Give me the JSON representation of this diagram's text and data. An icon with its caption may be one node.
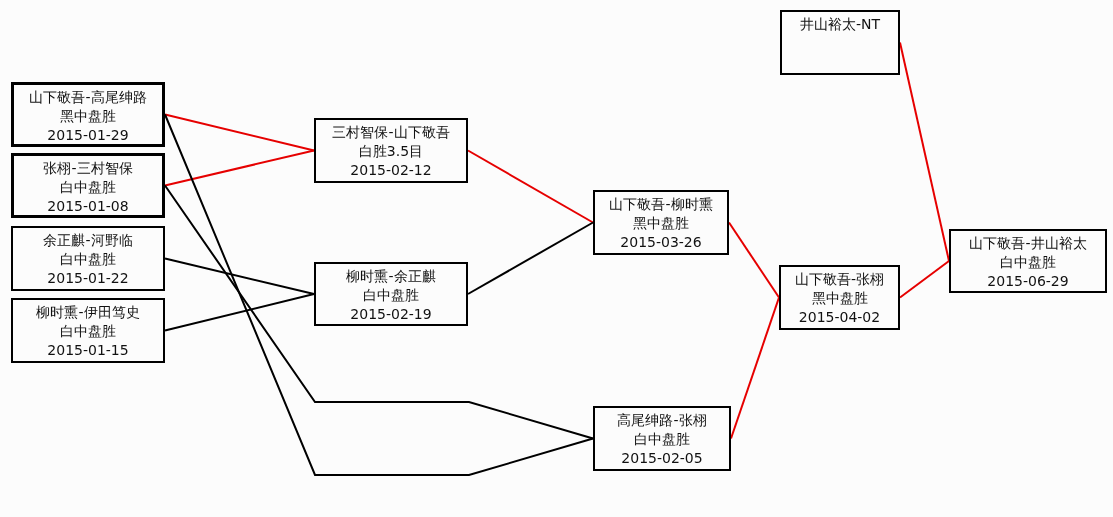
{
  "diagram": {
    "nodes": [
      {
        "text": [
          "山下敬吾-高尾绅路",
          "黑中盘胜",
          "2015-01-29"
        ]
      },
      {
        "text": [
          "张栩-三村智保",
          "白中盘胜",
          "2015-01-08"
        ]
      },
      {
        "text": [
          "余正麒-河野临",
          "白中盘胜",
          "2015-01-22"
        ]
      },
      {
        "text": [
          "柳时熏-伊田笃史",
          "白中盘胜",
          "2015-01-15"
        ]
      },
      {
        "text": [
          "三村智保-山下敬吾",
          "白胜3.5目",
          "2015-02-12"
        ]
      },
      {
        "text": [
          "柳时熏-余正麒",
          "白中盘胜",
          "2015-02-19"
        ]
      },
      {
        "text": [
          "山下敬吾-柳时熏",
          "黑中盘胜",
          "2015-03-26"
        ]
      },
      {
        "text": [
          "高尾绅路-张栩",
          "白中盘胜",
          "2015-02-05"
        ]
      },
      {
        "text": [
          "井山裕太-NT"
        ]
      },
      {
        "text": [
          "山下敬吾-张栩",
          "黑中盘胜",
          "2015-04-02"
        ]
      },
      {
        "text": [
          "山下敬吾-井山裕太",
          "白中盘胜",
          "2015-06-29"
        ]
      }
    ],
    "edges": [
      {
        "from": 0,
        "to": 4,
        "arrow": "none"
      },
      {
        "from": 1,
        "to": 4,
        "arrow": "none"
      },
      {
        "from": 2,
        "to": 5,
        "arrow": "none",
        "color": "#000000"
      },
      {
        "from": 3,
        "to": 5,
        "arrow": "none",
        "color": "#000000"
      },
      {
        "from": 0,
        "to": 7,
        "arrow": "none",
        "color": "#000000"
      },
      {
        "from": 1,
        "to": 7,
        "arrow": "none",
        "color": "#000000"
      },
      {
        "from": 4,
        "to": 6,
        "arrow": "none"
      },
      {
        "from": 5,
        "to": 6,
        "arrow": "none",
        "color": "#000000"
      },
      {
        "from": 6,
        "to": 9,
        "arrow": "none"
      },
      {
        "from": 7,
        "to": 9,
        "arrow": "none"
      },
      {
        "from": 8,
        "to": 10,
        "arrow": "none"
      },
      {
        "from": 9,
        "to": 10,
        "arrow": "none"
      }
    ]
  }
}
